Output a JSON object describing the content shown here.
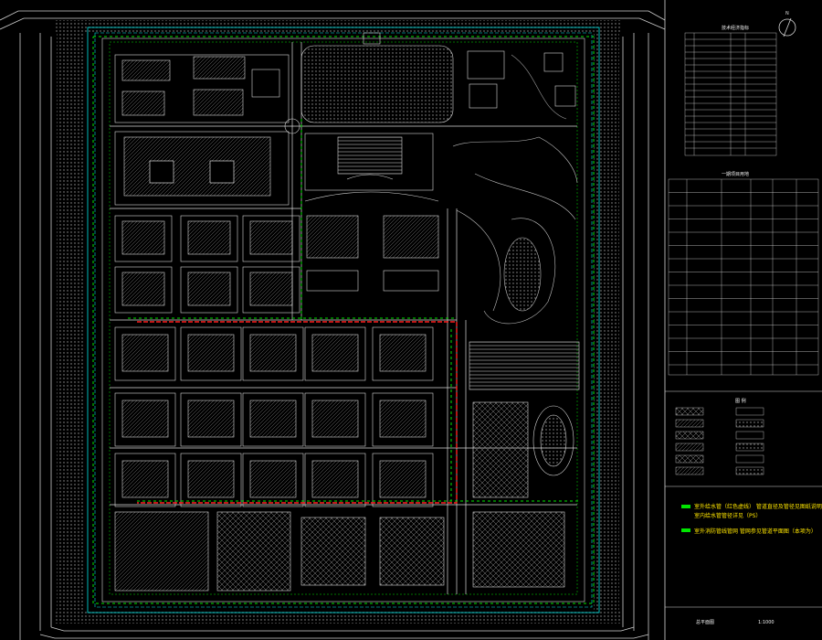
{
  "drawing": {
    "title_label": "总平面图",
    "scale_label": "1:1000",
    "north_label": "N"
  },
  "legend": {
    "item1_line1": "室外给水管（红色虚线） 管道直径及管径见图纸说明（本项为）",
    "item1_line2": "室内给水管管径详见（PS）",
    "item2_line1": "室外消防管线管网 管网参见管道平面图（本项为）"
  },
  "tables": {
    "table1_title": "技术经济指标",
    "table2_title": "一期项目用地",
    "legend_title": "图 例"
  },
  "colors": {
    "background": "#000000",
    "boundary": "#00e5e5",
    "green_line": "#00e600",
    "red_line": "#ff2020",
    "white_line": "#d8d8d8",
    "legend_text": "#ffe600"
  }
}
